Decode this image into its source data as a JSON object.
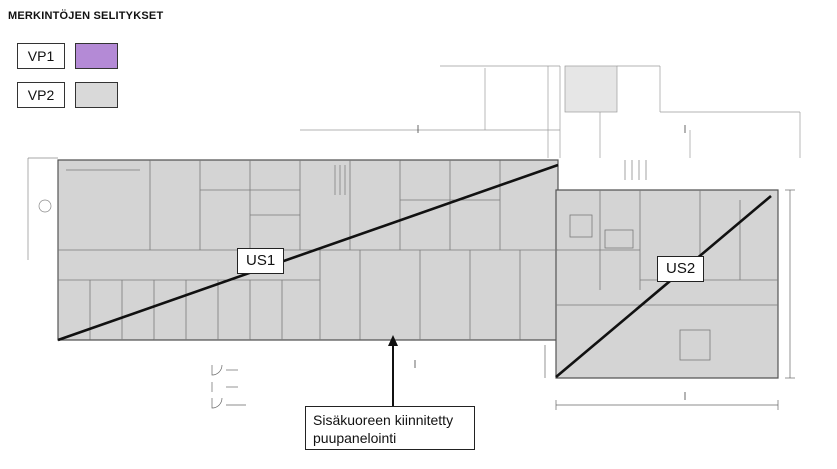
{
  "legend": {
    "title": "MERKINTÖJEN SELITYKSET",
    "items": [
      {
        "label": "VP1",
        "color": "#b48ad6"
      },
      {
        "label": "VP2",
        "color": "#d9d9d9"
      }
    ]
  },
  "plan": {
    "zone_labels": [
      "US1",
      "US2"
    ],
    "note_lines": [
      "Sisäkuoreen kiinnitetty",
      "puupanelointi"
    ],
    "colors": {
      "fill": "#d4d4d4",
      "line": "#555555",
      "diagonal": "#111111"
    }
  }
}
